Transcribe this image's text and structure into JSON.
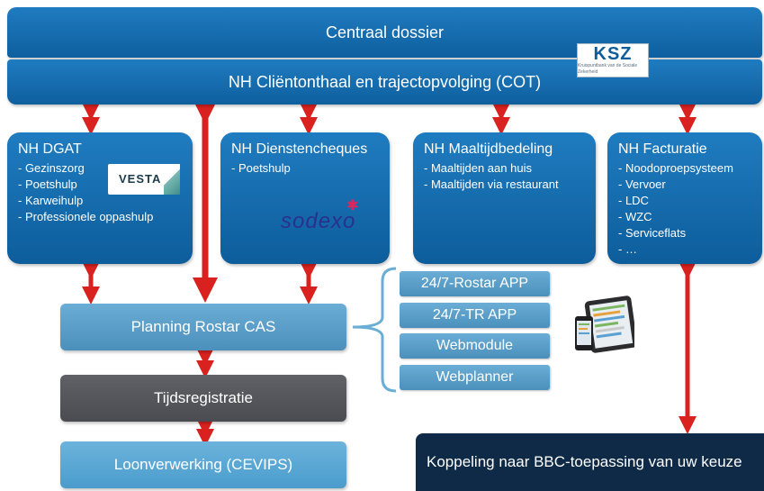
{
  "header": {
    "central": "Centraal dossier",
    "cot": "NH Cliëntonthaal en trajectopvolging (COT)",
    "ksz_logo": "KSZ",
    "ksz_logo_sub": "Kruispuntbank van de Sociale Zekerheid"
  },
  "modules": [
    {
      "title": "NH DGAT",
      "items": [
        "- Gezinszorg",
        "- Poetshulp",
        "- Karweihulp",
        "- Professionele oppashulp"
      ]
    },
    {
      "title": "NH Dienstencheques",
      "items": [
        "- Poetshulp"
      ]
    },
    {
      "title": "NH Maaltijdbedeling",
      "items": [
        "- Maaltijden aan huis",
        "- Maaltijden via restaurant"
      ]
    },
    {
      "title": "NH Facturatie",
      "items": [
        "- Noodoproepsysteem",
        "- Vervoer",
        "- LDC",
        "- WZC",
        "- Serviceflats",
        "- …"
      ]
    }
  ],
  "logos": {
    "vesta": "VESTA",
    "sodexo": "sodexo"
  },
  "flow": {
    "planning": "Planning Rostar CAS",
    "tijd": "Tijdsregistratie",
    "loon": "Loonverwerking (CEVIPS)",
    "bbc": "Koppeling naar BBC-toepassing van uw keuze"
  },
  "apps": [
    "24/7-Rostar APP",
    "24/7-TR APP",
    "Webmodule",
    "Webplanner"
  ],
  "icons": {
    "arrow": "double-arrow-icon",
    "device": "tablet-phone-icon"
  },
  "colors": {
    "primary": "#1f7cc0",
    "arrow": "#d9221f",
    "dark": "#0e2a47",
    "grey": "#55575c",
    "light": "#5fa3cf"
  }
}
